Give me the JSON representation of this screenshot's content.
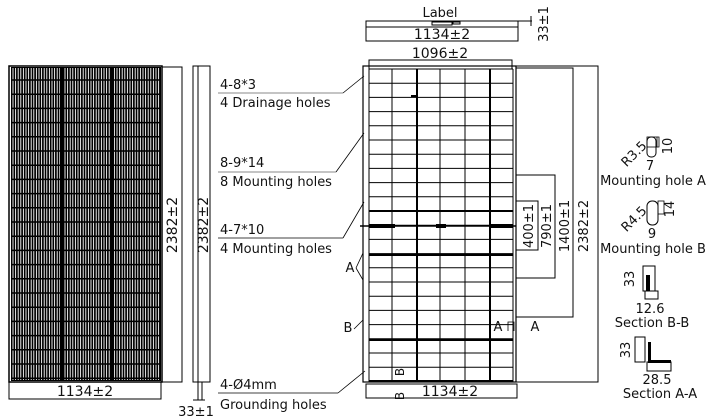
{
  "drawing": {
    "front_view": {
      "width_dim": "1134±2",
      "height_dim": "2382±2"
    },
    "side_view": {
      "height_dim": "2382±2",
      "thickness_dim": "33±1"
    },
    "top_view": {
      "label": "Label",
      "width_dim": "1134±2",
      "thickness_dim": "33±1"
    },
    "rear_view": {
      "inner_width_dim": "1096±2",
      "bottom_width_dim": "1134±2",
      "dims": [
        "400±1",
        "790±1",
        "1400±1",
        "2382±2"
      ],
      "section_marks": {
        "a": "A",
        "b": "B"
      }
    },
    "callouts": [
      {
        "spec": "4-8*3",
        "desc": "4 Drainage holes"
      },
      {
        "spec": "8-9*14",
        "desc": "8 Mounting holes"
      },
      {
        "spec": "4-7*10",
        "desc": "4 Mounting holes"
      },
      {
        "spec": "4-Ø4mm",
        "desc": "Grounding holes"
      }
    ],
    "details": {
      "hole_a": {
        "radius": "R3.5",
        "width": "7",
        "height": "10",
        "title": "Mounting hole A"
      },
      "hole_b": {
        "radius": "R4.5",
        "width": "9",
        "height": "14",
        "title": "Mounting hole B"
      },
      "section_bb": {
        "height": "33",
        "width": "12.6",
        "title": "Section  B-B"
      },
      "section_aa": {
        "height": "33",
        "width": "28.5",
        "title": "Section  A-A"
      }
    }
  }
}
